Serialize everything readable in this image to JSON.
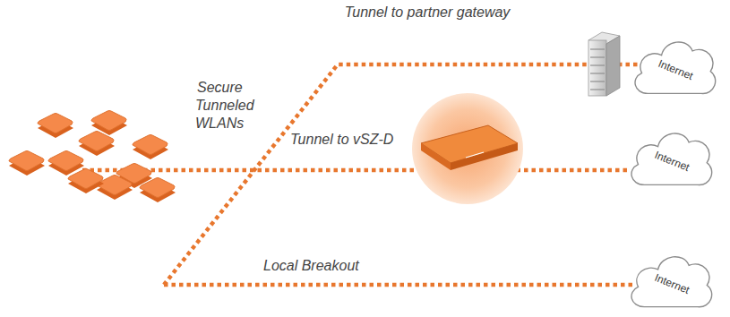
{
  "diagram": {
    "nodes": [
      {
        "text": [
          "Internet"
        ]
      },
      {
        "text": [
          "Internet"
        ]
      },
      {
        "text": [
          "Internet"
        ]
      }
    ],
    "labels": [
      "Tunnel to partner gateway",
      "Secure Tunneled WLANs",
      "Tunnel to vSZ-D",
      "Local Breakout"
    ]
  }
}
